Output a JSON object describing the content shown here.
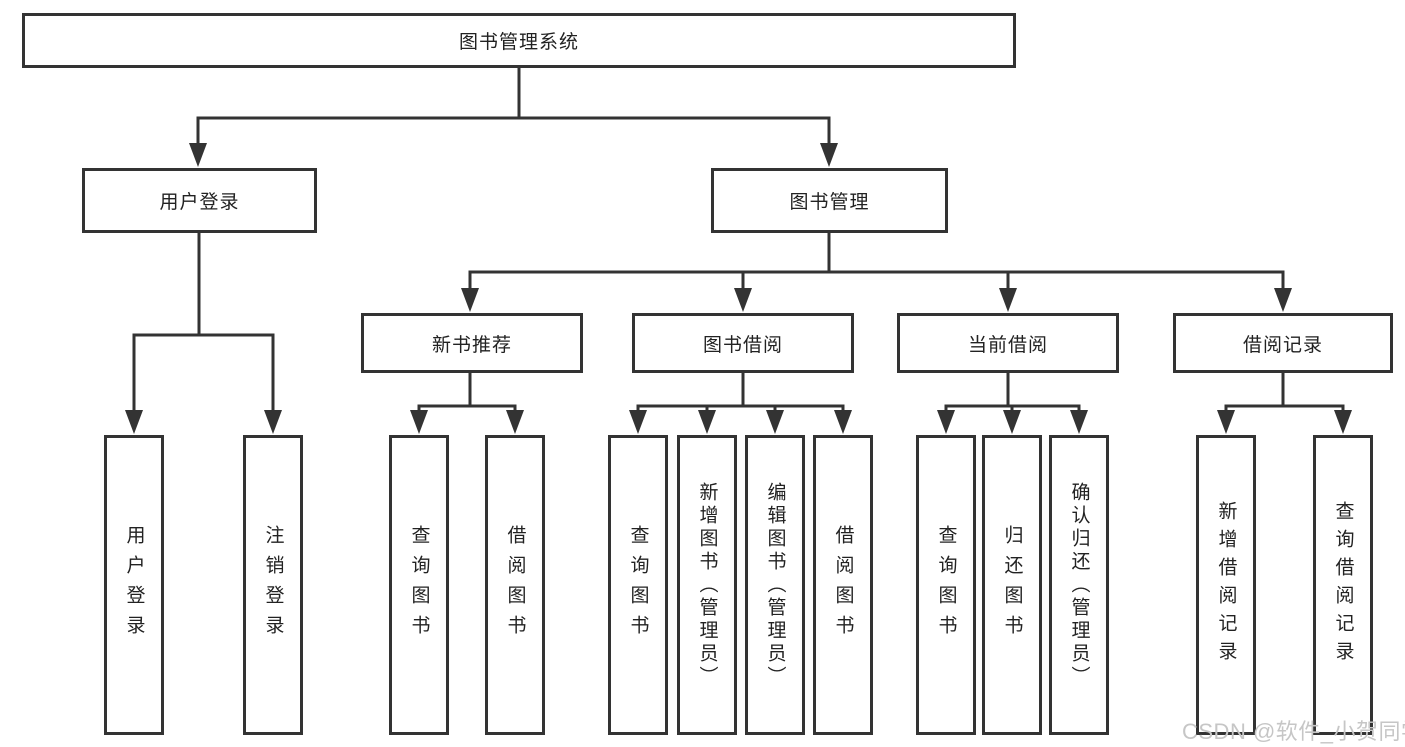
{
  "diagram": {
    "root": {
      "label": "图书管理系统"
    },
    "level2": [
      {
        "label": "用户登录"
      },
      {
        "label": "图书管理"
      }
    ],
    "level3": [
      {
        "label": "新书推荐"
      },
      {
        "label": "图书借阅"
      },
      {
        "label": "当前借阅"
      },
      {
        "label": "借阅记录"
      }
    ],
    "leaves": [
      {
        "label": "用户登录"
      },
      {
        "label": "注销登录"
      },
      {
        "label": "查询图书"
      },
      {
        "label": "借阅图书"
      },
      {
        "label": "查询图书"
      },
      {
        "label": "新增图书（管理员）"
      },
      {
        "label": "编辑图书（管理员）"
      },
      {
        "label": "借阅图书"
      },
      {
        "label": "查询图书"
      },
      {
        "label": "归还图书"
      },
      {
        "label": "确认归还（管理员）"
      },
      {
        "label": "新增借阅记录"
      },
      {
        "label": "查询借阅记录"
      }
    ]
  },
  "watermark": {
    "text": "CSDN @软件_小贺同学"
  },
  "colors": {
    "line": "#333333",
    "box_border": "#333333",
    "box_fill": "#ffffff",
    "text": "#222222",
    "watermark": "#c6c6c6"
  }
}
